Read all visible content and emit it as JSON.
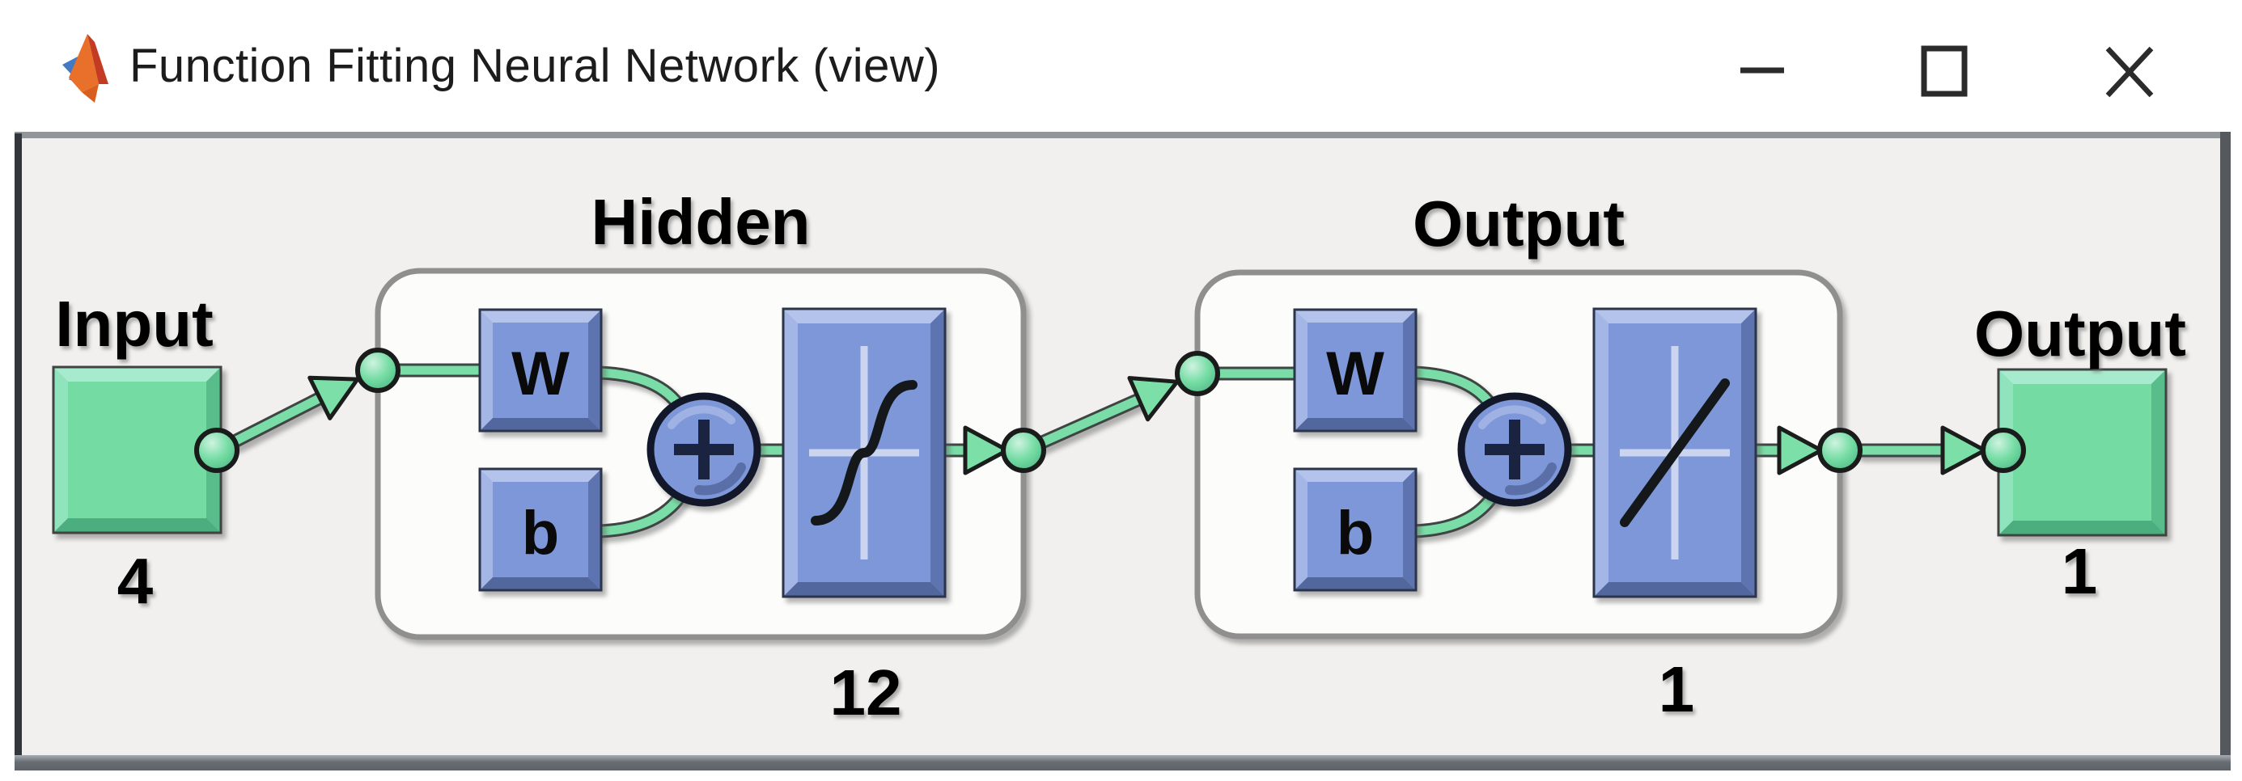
{
  "window": {
    "title": "Function Fitting Neural Network (view)",
    "app_icon": "matlab-logo",
    "controls": {
      "minimize_label": "minimize",
      "maximize_label": "maximize",
      "close_label": "close"
    }
  },
  "diagram": {
    "input": {
      "label": "Input",
      "dimension": "4"
    },
    "hidden_layer": {
      "title": "Hidden",
      "size": "12",
      "weight_label": "W",
      "bias_label": "b",
      "sum_symbol": "+",
      "transfer_function_icon": "tansig-sigmoid-curve"
    },
    "output_layer": {
      "title": "Output",
      "size": "1",
      "weight_label": "W",
      "bias_label": "b",
      "sum_symbol": "+",
      "transfer_function_icon": "purelin-linear-line"
    },
    "output": {
      "label": "Output",
      "dimension": "1"
    },
    "colors": {
      "client_background": "#f1f0ee",
      "green_face": "#74dca3",
      "green_connector": "#7adda7",
      "blue_face": "#7e97d8",
      "box_fill": "#fcfcfb",
      "box_border": "#8f8f8f"
    }
  }
}
